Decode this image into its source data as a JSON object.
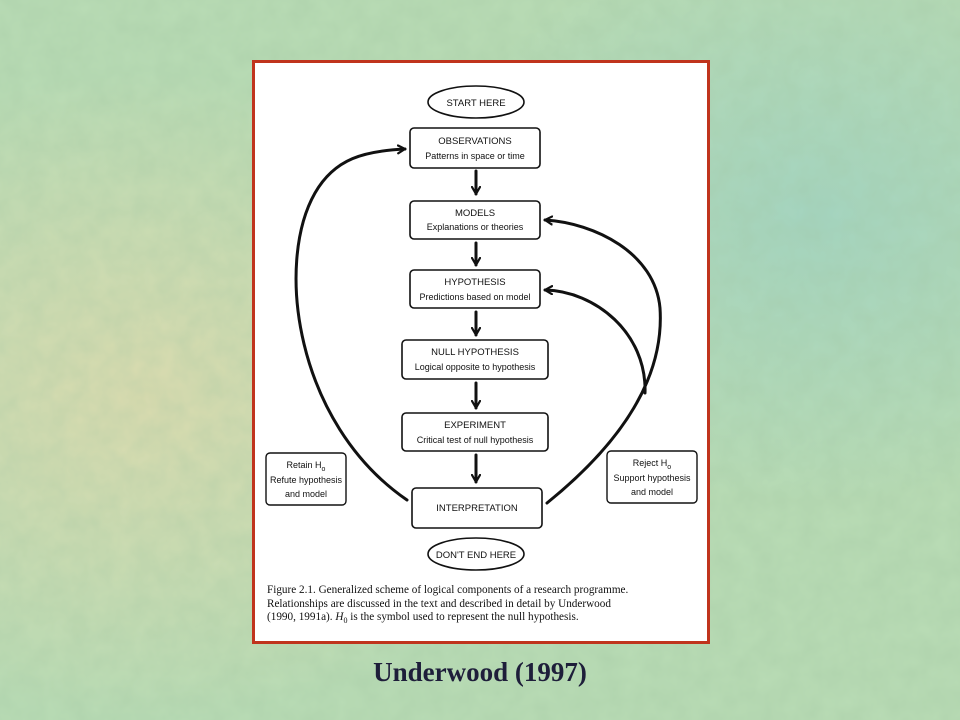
{
  "diagram": {
    "start": "START HERE",
    "end": "DON'T END HERE",
    "steps": [
      {
        "title": "OBSERVATIONS",
        "subtitle": "Patterns in space or time"
      },
      {
        "title": "MODELS",
        "subtitle": "Explanations or theories"
      },
      {
        "title": "HYPOTHESIS",
        "subtitle": "Predictions based on model"
      },
      {
        "title": "NULL HYPOTHESIS",
        "subtitle": "Logical opposite to hypothesis"
      },
      {
        "title": "EXPERIMENT",
        "subtitle": "Critical test of null hypothesis"
      },
      {
        "title": "INTERPRETATION",
        "subtitle": ""
      }
    ],
    "retain": {
      "line1": "Retain H",
      "subscript": "o",
      "line2": "Refute hypothesis",
      "line3": "and model"
    },
    "reject": {
      "line1": "Reject H",
      "subscript": "o",
      "line2": "Support hypothesis",
      "line3": "and model"
    }
  },
  "caption": {
    "line1": "Figure 2.1. Generalized scheme of logical components of a research programme.",
    "line2": "Relationships are discussed in the text and described in detail by Underwood",
    "line3_a": "(1990, 1991a). ",
    "line3_h": "H",
    "line3_sub": "0",
    "line3_b": " is the symbol used to represent the null hypothesis."
  },
  "footer": {
    "citation": "Underwood (1997)"
  },
  "colors": {
    "frame_border": "#c0341d",
    "background": "#b7dcb4",
    "footer_text": "#1e1e3a"
  }
}
